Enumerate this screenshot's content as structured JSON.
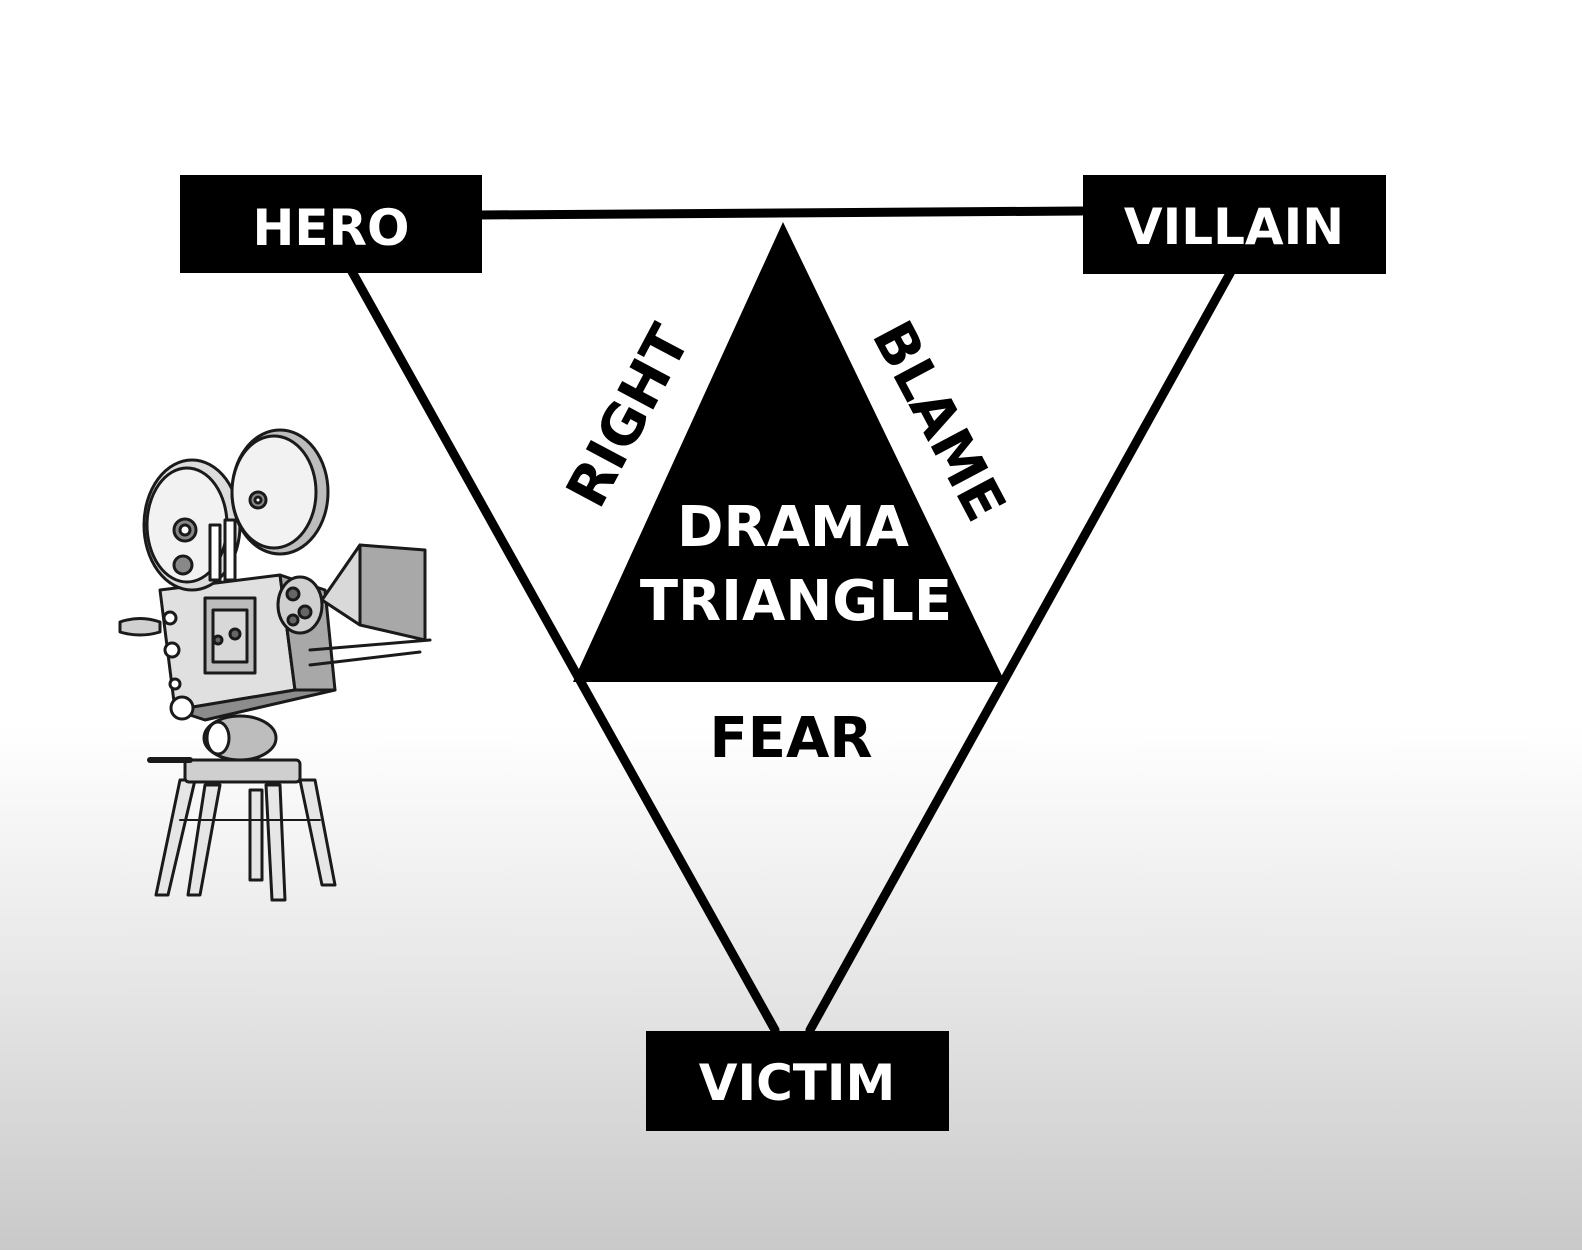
{
  "diagram": {
    "roles": {
      "hero": "HERO",
      "villain": "VILLAIN",
      "victim": "VICTIM"
    },
    "edges": {
      "left": "RIGHT",
      "right": "BLAME",
      "bottom": "FEAR"
    },
    "center": {
      "line1": "DRAMA",
      "line2": "TRIANGLE"
    }
  },
  "illustration": {
    "camera_icon": "film-camera-icon"
  },
  "colors": {
    "ink": "#000000",
    "paper": "#ffffff",
    "shade_light": "#d9d9d9",
    "shade_mid": "#a8a8a8",
    "shade_dark": "#7a7a7a"
  }
}
